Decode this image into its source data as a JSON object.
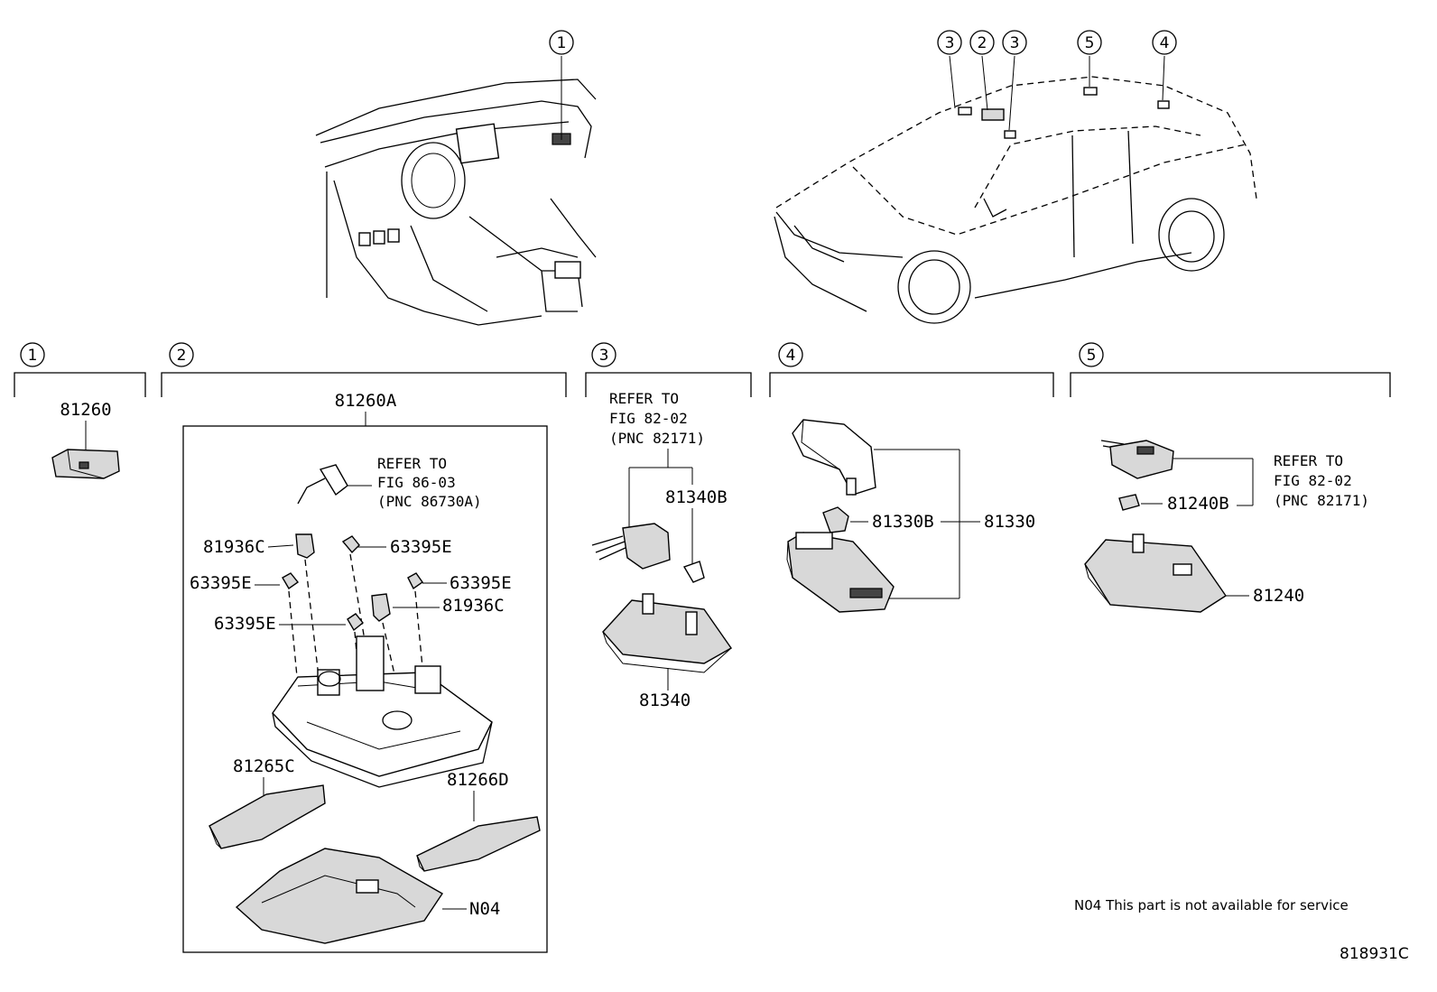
{
  "locators": {
    "dash": "1",
    "roof": [
      "3",
      "2",
      "3",
      "5",
      "4"
    ]
  },
  "sections": [
    {
      "number": "1"
    },
    {
      "number": "2"
    },
    {
      "number": "3"
    },
    {
      "number": "4"
    },
    {
      "number": "5"
    }
  ],
  "section1": {
    "part": "81260"
  },
  "section2": {
    "assembly": "81260A",
    "refer": [
      "REFER TO",
      "FIG 86-03",
      "(PNC 86730A)"
    ],
    "parts": {
      "p81936C_a": "81936C",
      "p63395E_a": "63395E",
      "p63395E_b": "63395E",
      "p63395E_c": "63395E",
      "p81936C_b": "81936C",
      "p63395E_d": "63395E",
      "p81265C": "81265C",
      "p81266D": "81266D",
      "pN04": "N04"
    }
  },
  "section3": {
    "refer": [
      "REFER TO",
      "FIG 82-02",
      "(PNC 82171)"
    ],
    "bulb": "81340B",
    "lamp": "81340"
  },
  "section4": {
    "bulb": "81330B",
    "assembly": "81330"
  },
  "section5": {
    "refer": [
      "REFER TO",
      "FIG 82-02",
      "(PNC 82171)"
    ],
    "bulb": "81240B",
    "lamp": "81240"
  },
  "footnote": "N04 This part is not available for service",
  "figure_id": "818931C"
}
